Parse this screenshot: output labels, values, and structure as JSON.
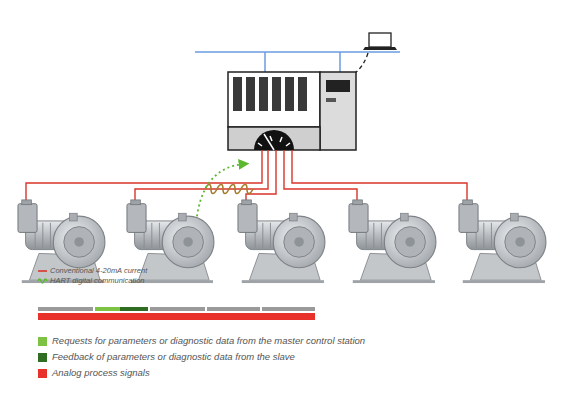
{
  "diagram": {
    "legend": [
      {
        "text": "Conventional 4-20mA current"
      },
      {
        "text": "HART digital communication"
      },
      {
        "text": "Requests for parameters or diagnostic data from the master control station",
        "color": "#7dc242"
      },
      {
        "text": "Feedback of parameters or diagnostic data from the slave",
        "color": "#2f6e22"
      },
      {
        "text": "Analog process signals",
        "color": "#e8312a"
      }
    ]
  }
}
